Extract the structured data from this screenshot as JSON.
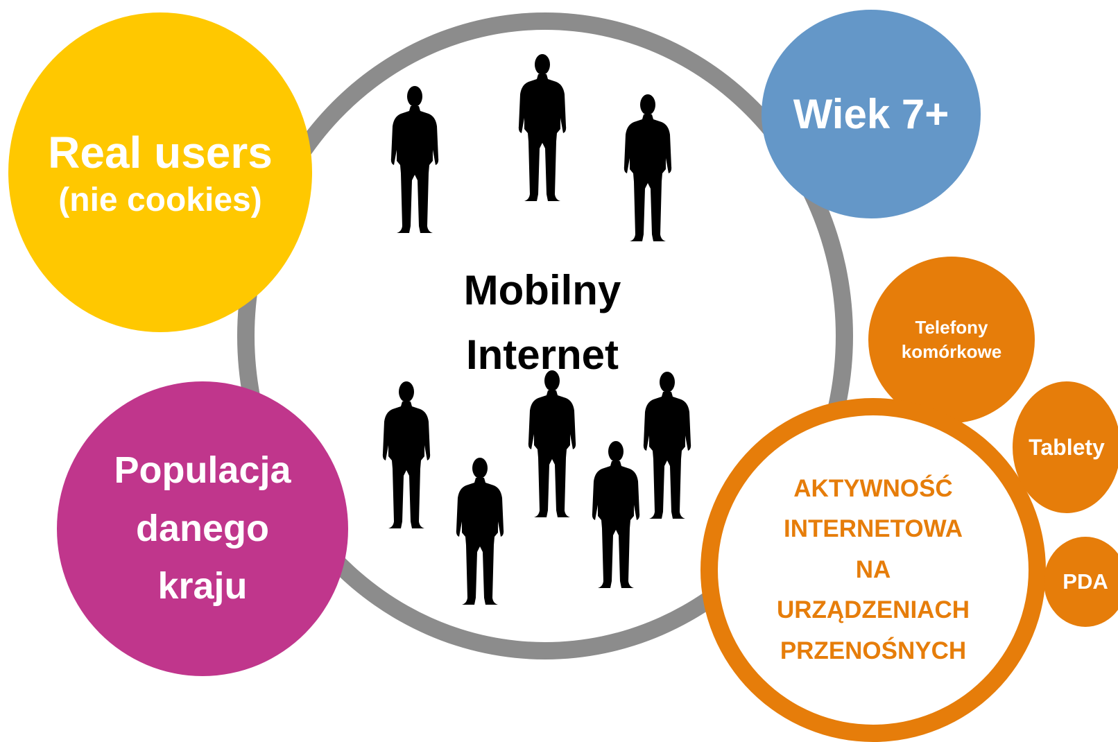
{
  "colors": {
    "ring_gray": "#8c8c8c",
    "yellow": "#ffc800",
    "blue": "#6497c8",
    "magenta": "#c0368c",
    "orange": "#e67d0a",
    "silhouette": "#000000"
  },
  "center": {
    "title_line1": "Mobilny",
    "title_line2": "Internet",
    "people_icon": "person-silhouette-icon"
  },
  "real_users": {
    "line1": "Real users",
    "line2": "(nie cookies)"
  },
  "age": {
    "label": "Wiek 7+"
  },
  "population": {
    "line1": "Populacja",
    "line2": "danego",
    "line3": "kraju"
  },
  "activity": {
    "line1": "AKTYWNOŚĆ",
    "line2": "INTERNETOWA",
    "line3": "NA",
    "line4": "URZĄDZENIACH",
    "line5": "PRZENOŚNYCH"
  },
  "devices": {
    "phones_line1": "Telefony",
    "phones_line2": "komórkowe",
    "tablets": "Tablety",
    "pda": "PDA"
  }
}
